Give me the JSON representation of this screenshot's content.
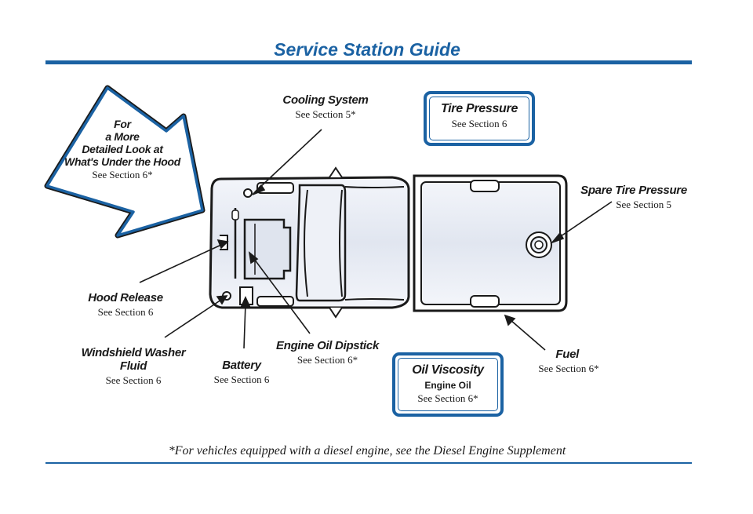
{
  "title": "Service Station Guide",
  "arrow_callout": {
    "line1": "For",
    "line2": "a More",
    "line3": "Detailed Look at",
    "line4": "What's Under the Hood",
    "sub": "See Section 6*"
  },
  "labels": {
    "cooling_system": {
      "heading": "Cooling System",
      "sub": "See Section 5*"
    },
    "spare_tire_pressure": {
      "heading": "Spare Tire Pressure",
      "sub": "See Section 5"
    },
    "hood_release": {
      "heading": "Hood Release",
      "sub": "See Section 6"
    },
    "windshield_washer": {
      "heading1": "Windshield Washer",
      "heading2": "Fluid",
      "sub": "See Section 6"
    },
    "battery": {
      "heading": "Battery",
      "sub": "See Section 6"
    },
    "engine_oil_dipstick": {
      "heading": "Engine Oil Dipstick",
      "sub": "See Section 6*"
    },
    "fuel": {
      "heading": "Fuel",
      "sub": "See Section 6*"
    }
  },
  "boxes": {
    "tire_pressure": {
      "heading": "Tire Pressure",
      "sub": "See Section 6"
    },
    "oil_viscosity": {
      "heading": "Oil Viscosity",
      "middle": "Engine Oil",
      "sub": "See Section 6*"
    }
  },
  "footnote": "*For vehicles equipped with a diesel engine, see the Diesel Engine Supplement",
  "colors": {
    "accent": "#1b62a3",
    "ink": "#1a1a1a",
    "truck_fill": "#e3e7f1"
  }
}
